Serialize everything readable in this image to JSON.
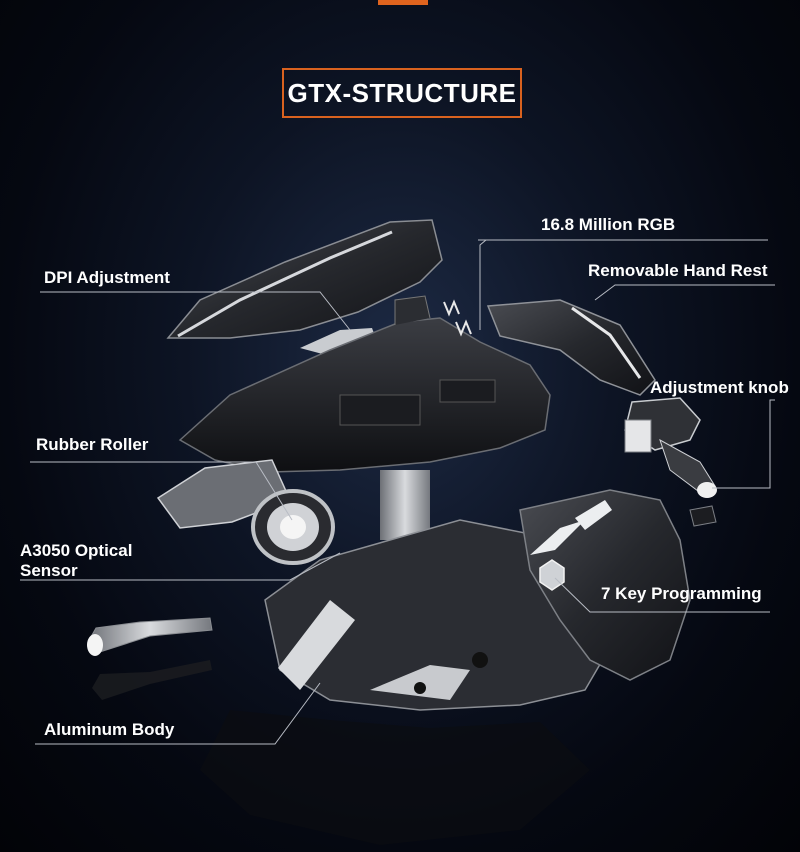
{
  "title": "GTX-STRUCTURE",
  "labels": {
    "rgb": "16.8 Million RGB",
    "dpi": "DPI Adjustment",
    "hand_rest": "Removable Hand Rest",
    "knob": "Adjustment knob",
    "roller": "Rubber Roller",
    "sensor_line1": "A3050 Optical",
    "sensor_line2": "Sensor",
    "programming": "7 Key Programming",
    "aluminum": "Aluminum Body"
  },
  "colors": {
    "accent": "#d9621f",
    "text": "#ffffff",
    "leader_line": "#b8bcc4"
  }
}
